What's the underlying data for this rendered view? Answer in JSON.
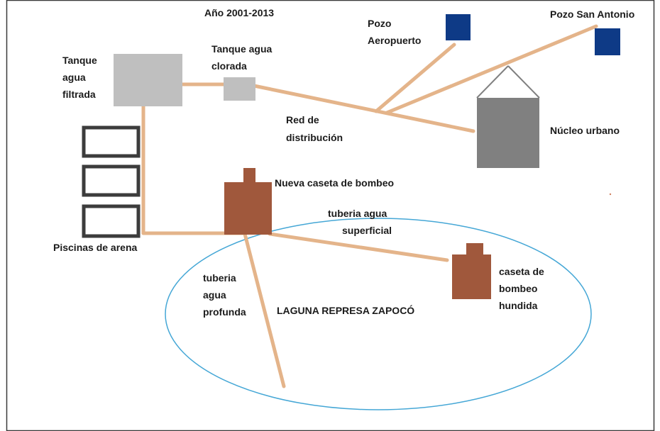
{
  "title": "Año 2001-2013",
  "colors": {
    "pipe": "#e4b48a",
    "brick": "#a0583c",
    "well": "#0e3a86",
    "tank_light": "#bfbfbf",
    "tank_dark": "#808080",
    "pool_border": "#3c3c3c",
    "lagoon": "#45a7d6",
    "frame": "#3a3a3a"
  },
  "labels": {
    "tanque_filtrada": [
      "Tanque",
      "agua",
      "filtrada"
    ],
    "tanque_clorada": [
      "Tanque agua",
      "clorada"
    ],
    "pozo_aeropuerto": [
      "Pozo",
      "Aeropuerto"
    ],
    "pozo_san_antonio": "Pozo San Antonio",
    "red_distribucion": [
      "Red de",
      "distribución"
    ],
    "nucleo_urbano": "Núcleo urbano",
    "nueva_caseta": "Nueva caseta de bombeo",
    "tuberia_superficial": [
      "tuberia agua",
      "superficial"
    ],
    "piscinas": "Piscinas de arena",
    "tuberia_profunda": [
      "tuberia",
      "agua",
      "profunda"
    ],
    "laguna": "LAGUNA REPRESA ZAPOCÓ",
    "caseta_hundida": [
      "caseta de",
      "bombeo",
      "hundida"
    ]
  }
}
